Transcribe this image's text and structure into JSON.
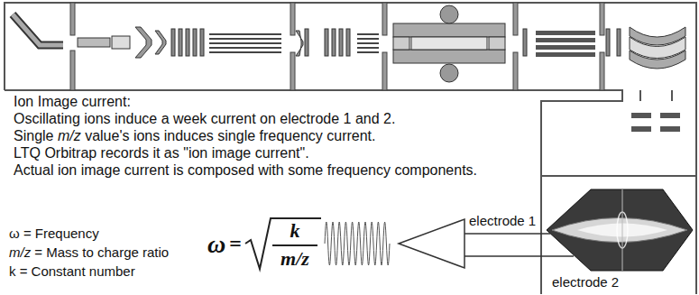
{
  "diagram": {
    "labels": [
      "Ion Image current:",
      "Oscillating ions induce a week current on electrode 1 and 2.",
      "Single m/z value's ions induces single frequency current.",
      "LTQ Orbitrap records it as \"ion image current\".",
      "Actual ion image current is composed with some frequency components.",
      "ω = Frequency",
      "m/z = Mass to charge ratio",
      "k = Constant number",
      "ω",
      "=",
      "k",
      "m/z",
      "electrode 1",
      "electrode 2"
    ]
  }
}
